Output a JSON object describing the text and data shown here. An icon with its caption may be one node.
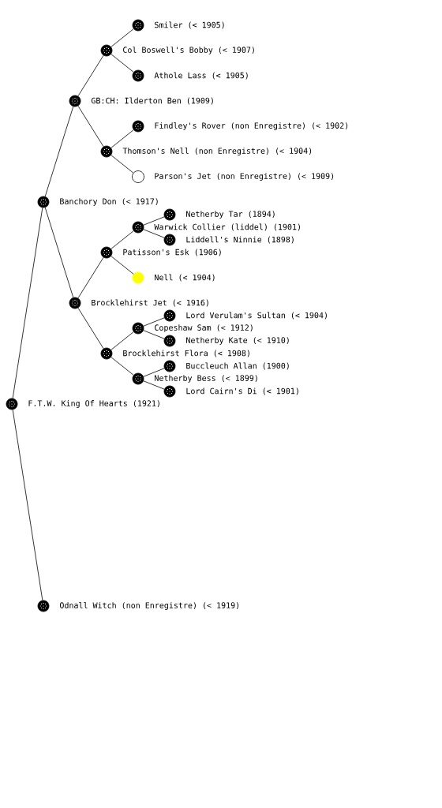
{
  "diagram": {
    "nodes": [
      {
        "text": [
          "Smiler (< 1905)"
        ]
      },
      {
        "text": [
          "Col Boswell's Bobby (< 1907)"
        ]
      },
      {
        "text": [
          "Athole Lass (< 1905)"
        ]
      },
      {
        "text": [
          "GB:CH: Ilderton Ben (1909)"
        ]
      },
      {
        "text": [
          "Findley's Rover (non Enregistre) (< 1902)"
        ]
      },
      {
        "text": [
          "Thomson's Nell (non Enregistre) (< 1904)"
        ]
      },
      {
        "text": [
          "Parson's Jet (non Enregistre) (< 1909)"
        ]
      },
      {
        "text": [
          "Banchory Don (< 1917)"
        ]
      },
      {
        "text": [
          "Netherby Tar (1894)"
        ]
      },
      {
        "text": [
          "Warwick Collier (liddel) (1901)"
        ]
      },
      {
        "text": [
          "Liddell's Ninnie (1898)"
        ]
      },
      {
        "text": [
          "Patisson's Esk (1906)"
        ]
      },
      {
        "text": [
          "Nell (< 1904)"
        ]
      },
      {
        "text": [
          "Brocklehirst Jet (< 1916)"
        ]
      },
      {
        "text": [
          "Lord Verulam's Sultan (< 1904)"
        ]
      },
      {
        "text": [
          "Copeshaw Sam (< 1912)"
        ]
      },
      {
        "text": [
          "Netherby Kate (< 1910)"
        ]
      },
      {
        "text": [
          "Brocklehirst Flora (< 1908)"
        ]
      },
      {
        "text": [
          "Buccleuch Allan (1900)"
        ]
      },
      {
        "text": [
          "Netherby Bess (< 1899)"
        ]
      },
      {
        "text": [
          "Lord Cairn's Di (< 1901)"
        ]
      },
      {
        "text": [
          "F.T.W. King Of Hearts (1921)"
        ]
      },
      {
        "text": [
          "Odnall Witch (non Enregistre) (< 1919)"
        ]
      }
    ],
    "edges": [
      {
        "from": 21,
        "to": 7,
        "arrow": "none"
      },
      {
        "from": 21,
        "to": 22,
        "arrow": "none"
      },
      {
        "from": 7,
        "to": 3,
        "arrow": "none"
      },
      {
        "from": 7,
        "to": 13,
        "arrow": "none"
      },
      {
        "from": 3,
        "to": 1,
        "arrow": "none"
      },
      {
        "from": 3,
        "to": 5,
        "arrow": "none"
      },
      {
        "from": 1,
        "to": 0,
        "arrow": "none"
      },
      {
        "from": 1,
        "to": 2,
        "arrow": "none"
      },
      {
        "from": 5,
        "to": 4,
        "arrow": "none"
      },
      {
        "from": 5,
        "to": 6,
        "arrow": "none"
      },
      {
        "from": 13,
        "to": 11,
        "arrow": "none"
      },
      {
        "from": 13,
        "to": 17,
        "arrow": "none"
      },
      {
        "from": 11,
        "to": 9,
        "arrow": "none"
      },
      {
        "from": 11,
        "to": 12,
        "arrow": "none"
      },
      {
        "from": 9,
        "to": 8,
        "arrow": "none"
      },
      {
        "from": 9,
        "to": 10,
        "arrow": "none"
      },
      {
        "from": 17,
        "to": 15,
        "arrow": "none"
      },
      {
        "from": 17,
        "to": 19,
        "arrow": "none"
      },
      {
        "from": 15,
        "to": 14,
        "arrow": "none"
      },
      {
        "from": 15,
        "to": 16,
        "arrow": "none"
      },
      {
        "from": 19,
        "to": 18,
        "arrow": "none"
      },
      {
        "from": 19,
        "to": 20,
        "arrow": "none"
      }
    ]
  }
}
